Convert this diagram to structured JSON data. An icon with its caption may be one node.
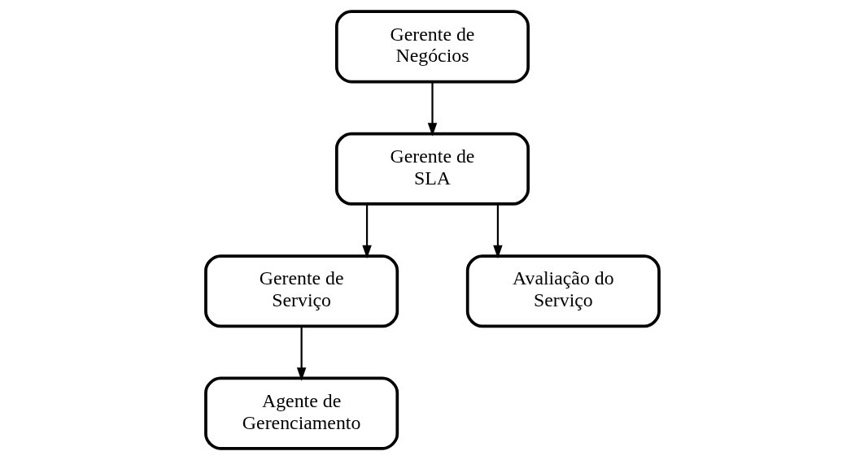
{
  "diagram": {
    "nodes": [
      {
        "text": [
          "Gerente de Negócios"
        ]
      },
      {
        "text": [
          "Gerente de SLA"
        ]
      },
      {
        "text": [
          "Gerente de Serviço"
        ]
      },
      {
        "text": [
          "Avaliação do Serviço"
        ]
      },
      {
        "text": [
          "Agente de Gerenciamento"
        ]
      }
    ],
    "edges": [
      {
        "from": 0,
        "to": 1,
        "arrow": "to"
      },
      {
        "from": 1,
        "to": 2,
        "arrow": "to"
      },
      {
        "from": 1,
        "to": 3,
        "arrow": "to"
      },
      {
        "from": 2,
        "to": 4,
        "arrow": "to"
      }
    ]
  }
}
